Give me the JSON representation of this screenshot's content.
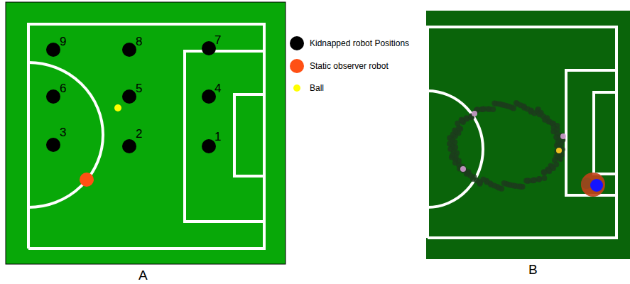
{
  "diagram": {
    "labels": [
      "9",
      "8",
      "7",
      "6",
      "5",
      "4",
      "3",
      "2",
      "1",
      "A",
      "B"
    ],
    "legend": [
      {
        "text": "Kidnapped robot Positions",
        "color": "#000000"
      },
      {
        "text": "Static observer robot",
        "color": "#ff5014"
      },
      {
        "text": "Ball",
        "color": "#ffff00"
      }
    ]
  }
}
